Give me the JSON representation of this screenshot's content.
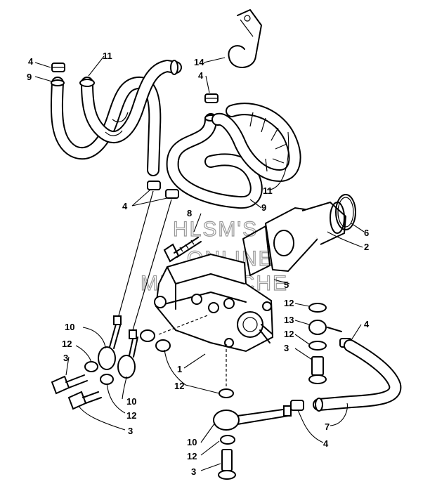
{
  "diagram": {
    "watermark": [
      "HLSM'S",
      "ONLINE",
      "MICROFICHE"
    ],
    "callouts": [
      {
        "id": "c4a",
        "text": "4"
      },
      {
        "id": "c9a",
        "text": "9"
      },
      {
        "id": "c11a",
        "text": "11"
      },
      {
        "id": "c14",
        "text": "14"
      },
      {
        "id": "c4b",
        "text": "4"
      },
      {
        "id": "c11b",
        "text": "11"
      },
      {
        "id": "c9b",
        "text": "9"
      },
      {
        "id": "c4c",
        "text": "4"
      },
      {
        "id": "c8",
        "text": "8"
      },
      {
        "id": "c5",
        "text": "5"
      },
      {
        "id": "c6",
        "text": "6"
      },
      {
        "id": "c2",
        "text": "2"
      },
      {
        "id": "c12a",
        "text": "12"
      },
      {
        "id": "c13",
        "text": "13"
      },
      {
        "id": "c12b",
        "text": "12"
      },
      {
        "id": "c3a",
        "text": "3"
      },
      {
        "id": "c4d",
        "text": "4"
      },
      {
        "id": "c10a",
        "text": "10"
      },
      {
        "id": "c12c",
        "text": "12"
      },
      {
        "id": "c3b",
        "text": "3"
      },
      {
        "id": "c10b",
        "text": "10"
      },
      {
        "id": "c12d",
        "text": "12"
      },
      {
        "id": "c3c",
        "text": "3"
      },
      {
        "id": "c1",
        "text": "1"
      },
      {
        "id": "c12e",
        "text": "12"
      },
      {
        "id": "c7",
        "text": "7"
      },
      {
        "id": "c4e",
        "text": "4"
      },
      {
        "id": "c10c",
        "text": "10"
      },
      {
        "id": "c12f",
        "text": "12"
      },
      {
        "id": "c3d",
        "text": "3"
      }
    ]
  }
}
